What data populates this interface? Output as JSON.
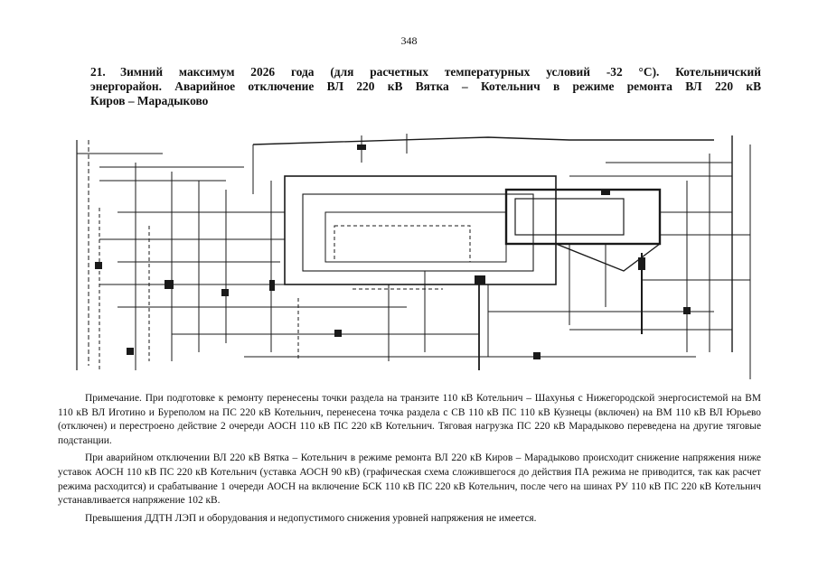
{
  "page_number": "348",
  "heading": {
    "number": "21.",
    "line1": "Зимний максимум 2026 года (для расчетных температурных условий -32 °С). Котельничский",
    "line2": "энергорайон. Аварийное отключение ВЛ 220 кВ Вятка – Котельнич в режиме ремонта ВЛ 220 кВ",
    "line3": "Киров – Марадыково"
  },
  "notes": [
    "Примечание. При подготовке к ремонту перенесены точки раздела на транзите 110 кВ Котельнич – Шахунья с Нижегородской энергосистемой на ВМ 110 кВ ВЛ Иготино и Буреполом на ПС 220 кВ Котельнич, перенесена точка раздела с СВ 110 кВ ПС 110 кВ Кузнецы (включен) на ВМ 110 кВ ВЛ Юрьево (отключен) и перестроено действие 2 очереди АОСН 110 кВ ПС 220 кВ Котельнич. Тяговая нагрузка ПС 220 кВ Марадыково переведена на другие тяговые подстанции.",
    "При аварийном отключении ВЛ 220 кВ Вятка – Котельнич в режиме ремонта ВЛ 220 кВ Киров – Марадыково происходит снижение напряжения ниже уставок АОСН 110 кВ ПС 220 кВ Котельнич (уставка АОСН 90 кВ) (графическая схема сложившегося до действия ПА режима не приводится, так как расчет режима расходится) и срабатывание 1 очереди АОСН на включение БСК 110 кВ ПС 220 кВ Котельнич, после чего на шинах РУ 110 кВ ПС 220 кВ Котельнич устанавливается напряжение 102 кВ.",
    "Превышения ДДТН ЛЭП и оборудования и недопустимого снижения уровней напряжения не имеется."
  ]
}
